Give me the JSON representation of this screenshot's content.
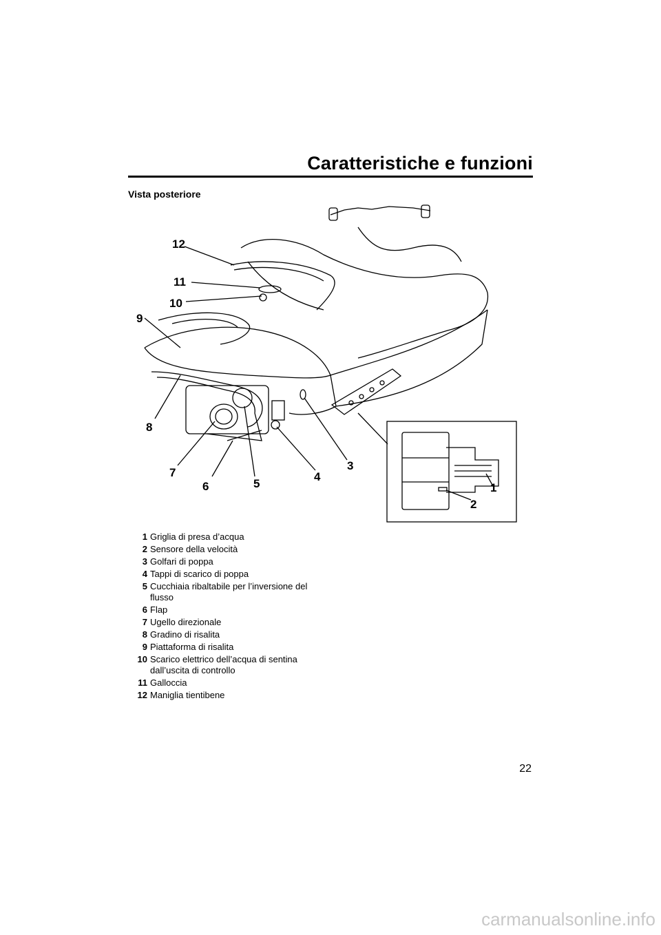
{
  "header": {
    "title": "Caratteristiche e funzioni"
  },
  "section": {
    "title": "Vista posteriore"
  },
  "callouts": [
    "1",
    "2",
    "3",
    "4",
    "5",
    "6",
    "7",
    "8",
    "9",
    "10",
    "11",
    "12"
  ],
  "legend": [
    {
      "num": "1",
      "text": "Griglia di presa d’acqua"
    },
    {
      "num": "2",
      "text": "Sensore della velocità"
    },
    {
      "num": "3",
      "text": "Golfari di poppa"
    },
    {
      "num": "4",
      "text": "Tappi di scarico di poppa"
    },
    {
      "num": "5",
      "text": "Cucchiaia ribaltabile per l’inversione del flusso"
    },
    {
      "num": "6",
      "text": "Flap"
    },
    {
      "num": "7",
      "text": "Ugello direzionale"
    },
    {
      "num": "8",
      "text": "Gradino di risalita"
    },
    {
      "num": "9",
      "text": "Piattaforma di risalita"
    },
    {
      "num": "10",
      "text": "Scarico elettrico dell’acqua di sentina dall’uscita di controllo"
    },
    {
      "num": "11",
      "text": "Galloccia"
    },
    {
      "num": "12",
      "text": "Maniglia tientibene"
    }
  ],
  "footer": {
    "page_number": "22",
    "watermark": "carmanualsonline.info"
  }
}
